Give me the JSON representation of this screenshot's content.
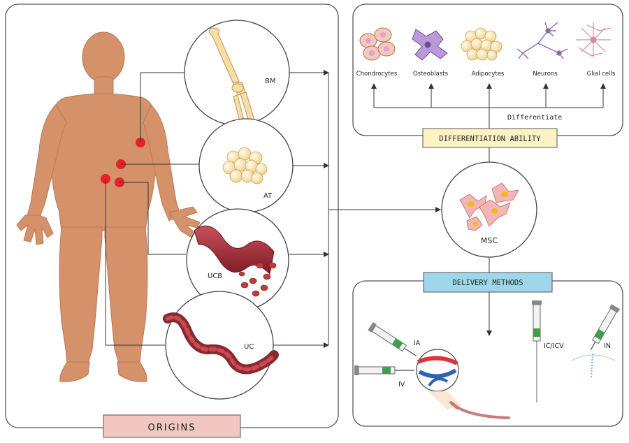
{
  "sources": {
    "bm": "BM",
    "at": "AT",
    "ucb": "UCB",
    "uc": "UC"
  },
  "origins_label": "ORIGINS",
  "center_cell": "MSC",
  "differentiation": {
    "banner": "DIFFERENTIATION ABILITY",
    "arrow_text": "Differentiate",
    "cell_types": [
      "Chondrocytes",
      "Osteoblasts",
      "Adipocytes",
      "Neurons",
      "Glial cells"
    ]
  },
  "delivery": {
    "banner": "DELIVERY METHODS",
    "routes": [
      "IA",
      "IV",
      "IC/ICV",
      "IN"
    ]
  },
  "colors": {
    "body": "#d4916a",
    "source_dot": "#e8202a",
    "diff_banner": "#fbf3c4",
    "delivery_banner": "#9fd6ea",
    "origins_banner": "#f2c7c0",
    "vessel": "#a8323a",
    "adipocyte": "#f6e3a8",
    "nucleus": "#f2b81f",
    "msc_cell": "#f4b5b5"
  }
}
